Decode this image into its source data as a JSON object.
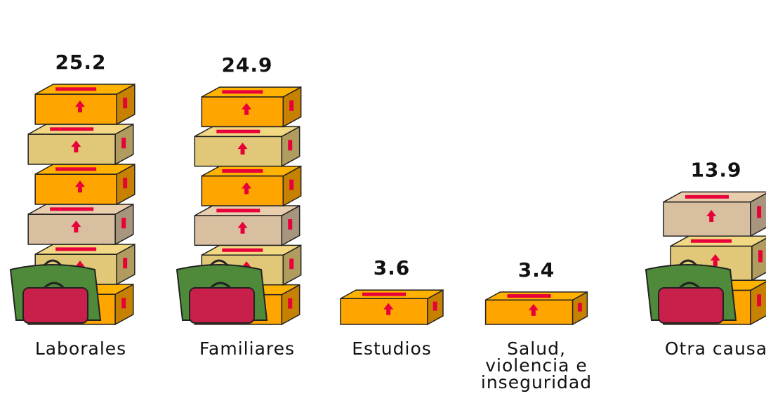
{
  "chart_data": {
    "type": "bar",
    "categories": [
      "Laborales",
      "Familiares",
      "Estudios",
      "Salud, violencia e inseguridad",
      "Otra causa"
    ],
    "category_lines": [
      [
        "Laborales"
      ],
      [
        "Familiares"
      ],
      [
        "Estudios"
      ],
      [
        "Salud,",
        "violencia e",
        "inseguridad"
      ],
      [
        "Otra causa"
      ]
    ],
    "values": [
      25.2,
      24.9,
      3.6,
      3.4,
      13.9
    ],
    "value_labels": [
      "25.2",
      "24.9",
      "3.6",
      "3.4",
      "13.9"
    ],
    "ylim": [
      0,
      25.2
    ],
    "legend": "none",
    "grid": false
  },
  "colors": {
    "box_orange": "#FFA500",
    "box_khaki": "#E0C878",
    "box_tan": "#D8BFA0",
    "tape_red": "#E8003A",
    "suitcase_green": "#4E8A3A",
    "suitcase_pink": "#C8204A",
    "outline": "#222222"
  }
}
